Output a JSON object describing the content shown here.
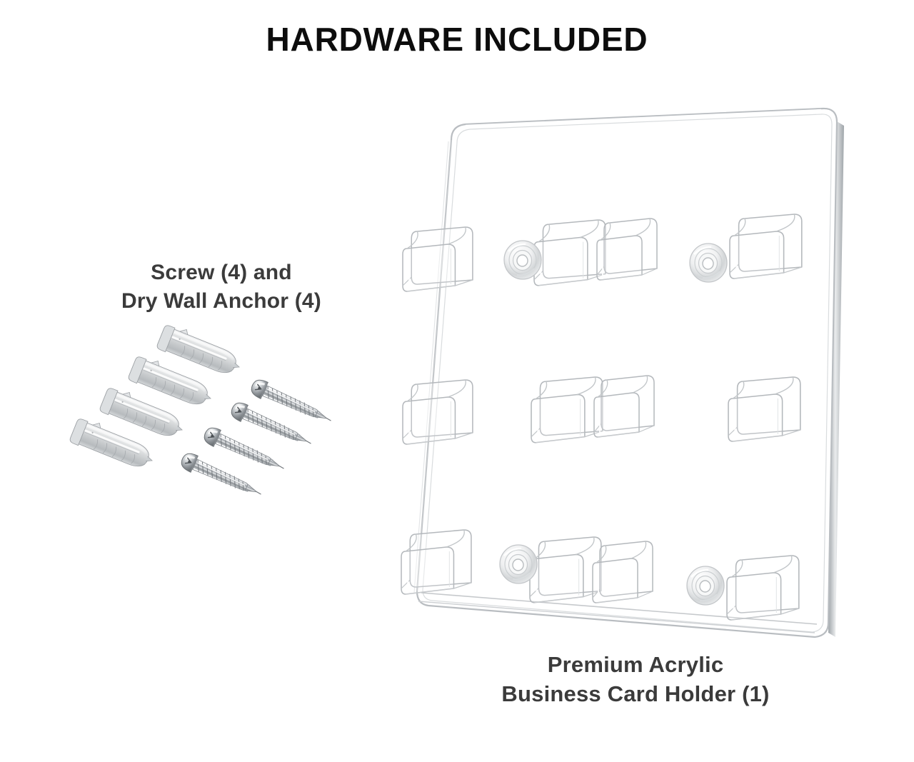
{
  "page": {
    "background_color": "#ffffff",
    "title": "HARDWARE INCLUDED",
    "title_color": "#0d0d0d",
    "caption_color": "#3b3b3b"
  },
  "hardware_group": {
    "label_line1": "Screw (4) and",
    "label_line2": "Dry Wall Anchor (4)",
    "screw_count": 4,
    "anchor_count": 4,
    "screw_type": "pan-head Phillips wood screw",
    "screw_color": "#b9bdc2",
    "anchor_type": "ribbed plastic drywall anchor",
    "anchor_color": "#cfd2d4"
  },
  "product_group": {
    "label_line1": "Premium Acrylic",
    "label_line2": "Business Card Holder (1)",
    "quantity": 1,
    "material": "clear acrylic",
    "outline_color": "#b4b8bc",
    "rows": 3,
    "pockets_per_row": 4,
    "mount_holes": 4,
    "grommet_color": "#c6c9cc"
  }
}
